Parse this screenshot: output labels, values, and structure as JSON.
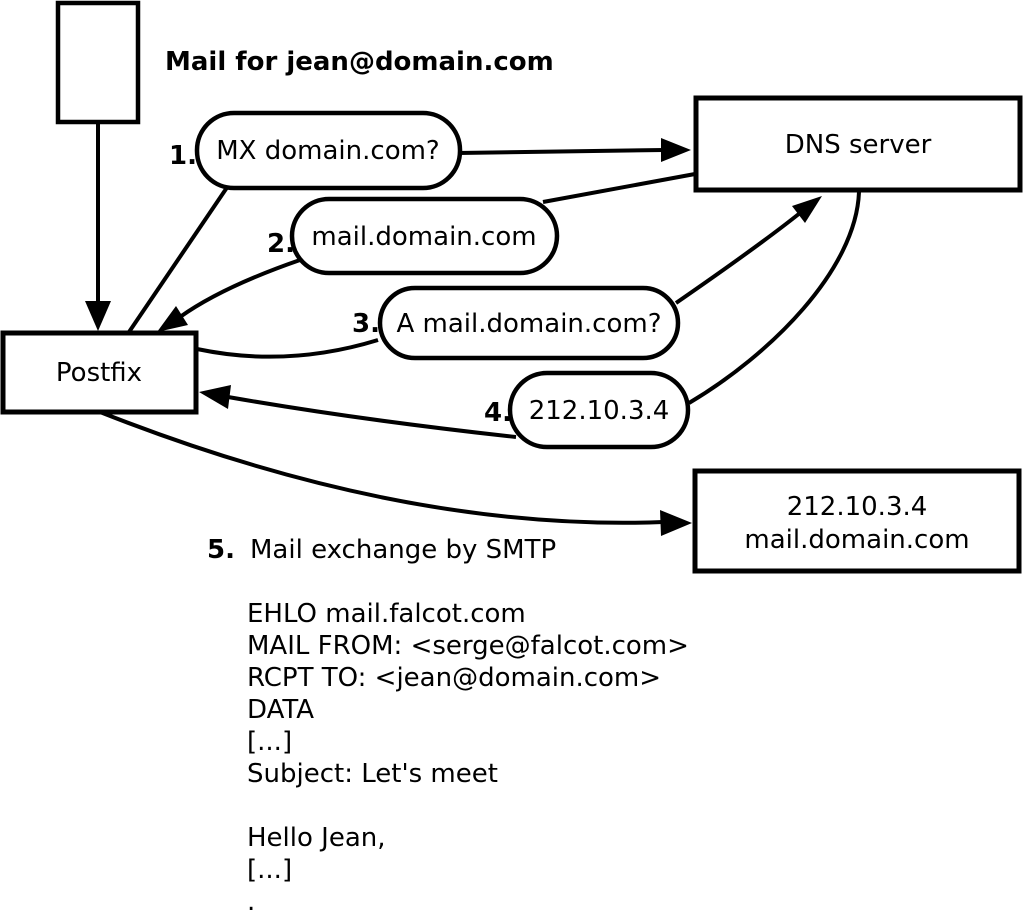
{
  "title": "Mail for jean@domain.com",
  "nodes": {
    "postfix": {
      "label": "Postfix"
    },
    "dns_server": {
      "label": "DNS server"
    },
    "mail_server": {
      "line1": "212.10.3.4",
      "line2": "mail.domain.com"
    }
  },
  "steps": [
    {
      "num": "1.",
      "label": "MX domain.com?"
    },
    {
      "num": "2.",
      "label": "mail.domain.com"
    },
    {
      "num": "3.",
      "label": "A mail.domain.com?"
    },
    {
      "num": "4.",
      "label": "212.10.3.4"
    },
    {
      "num": "5.",
      "label": "Mail exchange by SMTP"
    }
  ],
  "smtp": {
    "lines": [
      "EHLO mail.falcot.com",
      "MAIL FROM: <serge@falcot.com>",
      "RCPT TO: <jean@domain.com>",
      "DATA",
      "[...]",
      "Subject: Let's meet",
      "",
      "Hello Jean,",
      "[...]",
      "."
    ]
  },
  "colors": {
    "ink": "#000000",
    "paper": "#ffffff"
  }
}
